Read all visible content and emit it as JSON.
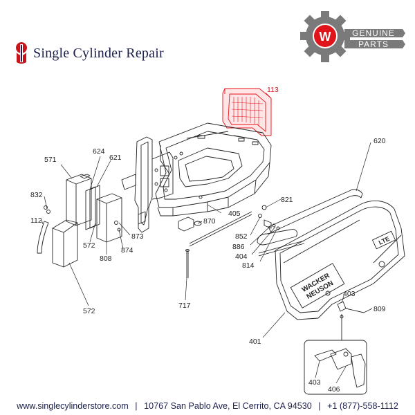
{
  "header": {
    "brand_name": "Single Cylinder Repair",
    "badge_line1": "GENUINE",
    "badge_line2": "PARTS",
    "badge_letter": "W"
  },
  "diagram": {
    "callouts": [
      "113",
      "620",
      "571",
      "624",
      "621",
      "832",
      "112",
      "821",
      "405",
      "870",
      "852",
      "886",
      "404",
      "814",
      "572",
      "808",
      "874",
      "873",
      "572",
      "717",
      "403",
      "809",
      "401",
      "403",
      "406"
    ],
    "panel_logo_line1": "WACKER",
    "panel_logo_line2": "NEUSON",
    "panel_badge": "LTE"
  },
  "footer": {
    "url": "www.singlecylinderstore.com",
    "address": "10767 San Pablo Ave, El Cerrito, CA 94530",
    "phone": "+1 (877)-558-1112",
    "separator": "|"
  },
  "colors": {
    "navy": "#1a1f4b",
    "highlight_red": "#e0141b",
    "badge_gray": "#7a7a7a"
  }
}
